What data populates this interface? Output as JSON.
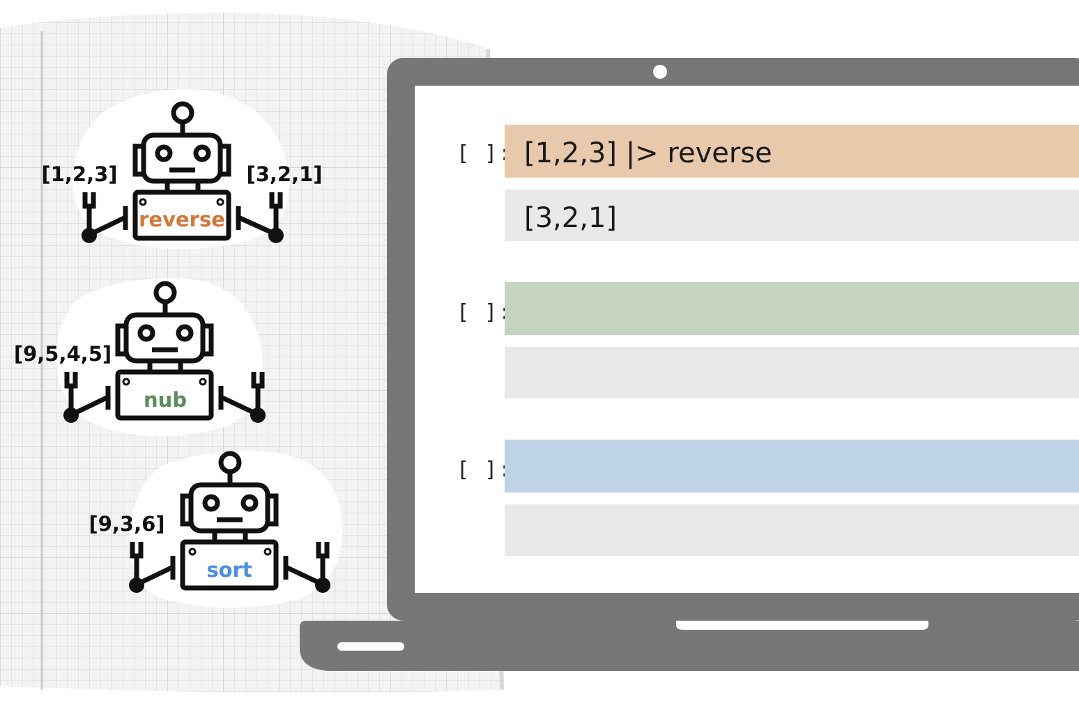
{
  "colors": {
    "laptop": "#777777",
    "screen": "#ffffff",
    "notebook_bg": "#f2f2f2",
    "grid": "#cfcfcf",
    "reverse": "#d4763a",
    "nub": "#5a8c5e",
    "sort": "#4a8fe0",
    "cell_orange": "#e9c9ac",
    "cell_green": "#c5d3c1",
    "cell_blue": "#bed3e7",
    "cell_output": "#e9e9e9"
  },
  "robots": [
    {
      "name": "reverse",
      "input": "[1,2,3]",
      "output": "[3,2,1]",
      "color": "#d4763a"
    },
    {
      "name": "nub",
      "input": "[9,5,4,5]",
      "output": "",
      "color": "#5a8c5e"
    },
    {
      "name": "sort",
      "input": "[9,3,6]",
      "output": "",
      "color": "#4a8fe0"
    }
  ],
  "notebook": {
    "cells": [
      {
        "prompt": "[ ]:",
        "input": "[1,2,3] |> reverse",
        "output": "[3,2,1]",
        "color": "#e9c9ac"
      },
      {
        "prompt": "[ ]:",
        "input": "",
        "output": "",
        "color": "#c5d3c1"
      },
      {
        "prompt": "[ ]:",
        "input": "",
        "output": "",
        "color": "#bed3e7"
      }
    ]
  }
}
